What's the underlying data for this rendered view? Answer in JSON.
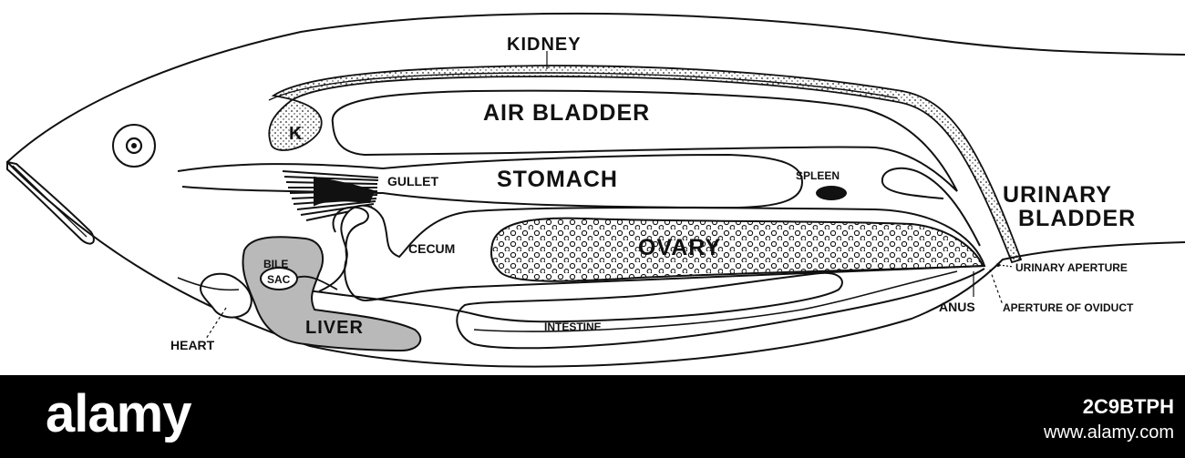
{
  "labels": {
    "kidney": "KIDNEY",
    "air_bladder": "AIR BLADDER",
    "k": "K",
    "gullet": "GULLET",
    "stomach": "STOMACH",
    "spleen": "SPLEEN",
    "urinary_bladder_line1": "URINARY",
    "urinary_bladder_line2": "BLADDER",
    "cecum": "CECUM",
    "ovary": "OVARY",
    "bile": "BILE",
    "sac": "SAC",
    "liver": "LIVER",
    "intestine": "INTESTINE",
    "heart": "HEART",
    "anus": "ANUS",
    "urinary_aperture": "URINARY APERTURE",
    "aperture_of_oviduct": "APERTURE OF OVIDUCT"
  },
  "watermark": {
    "logo": "alamy",
    "image_id": "2C9BTPH",
    "url": "www.alamy.com"
  },
  "colors": {
    "line": "#111111",
    "organ_fill": "#b9b9b9",
    "background": "#ffffff",
    "footer": "#000000"
  }
}
